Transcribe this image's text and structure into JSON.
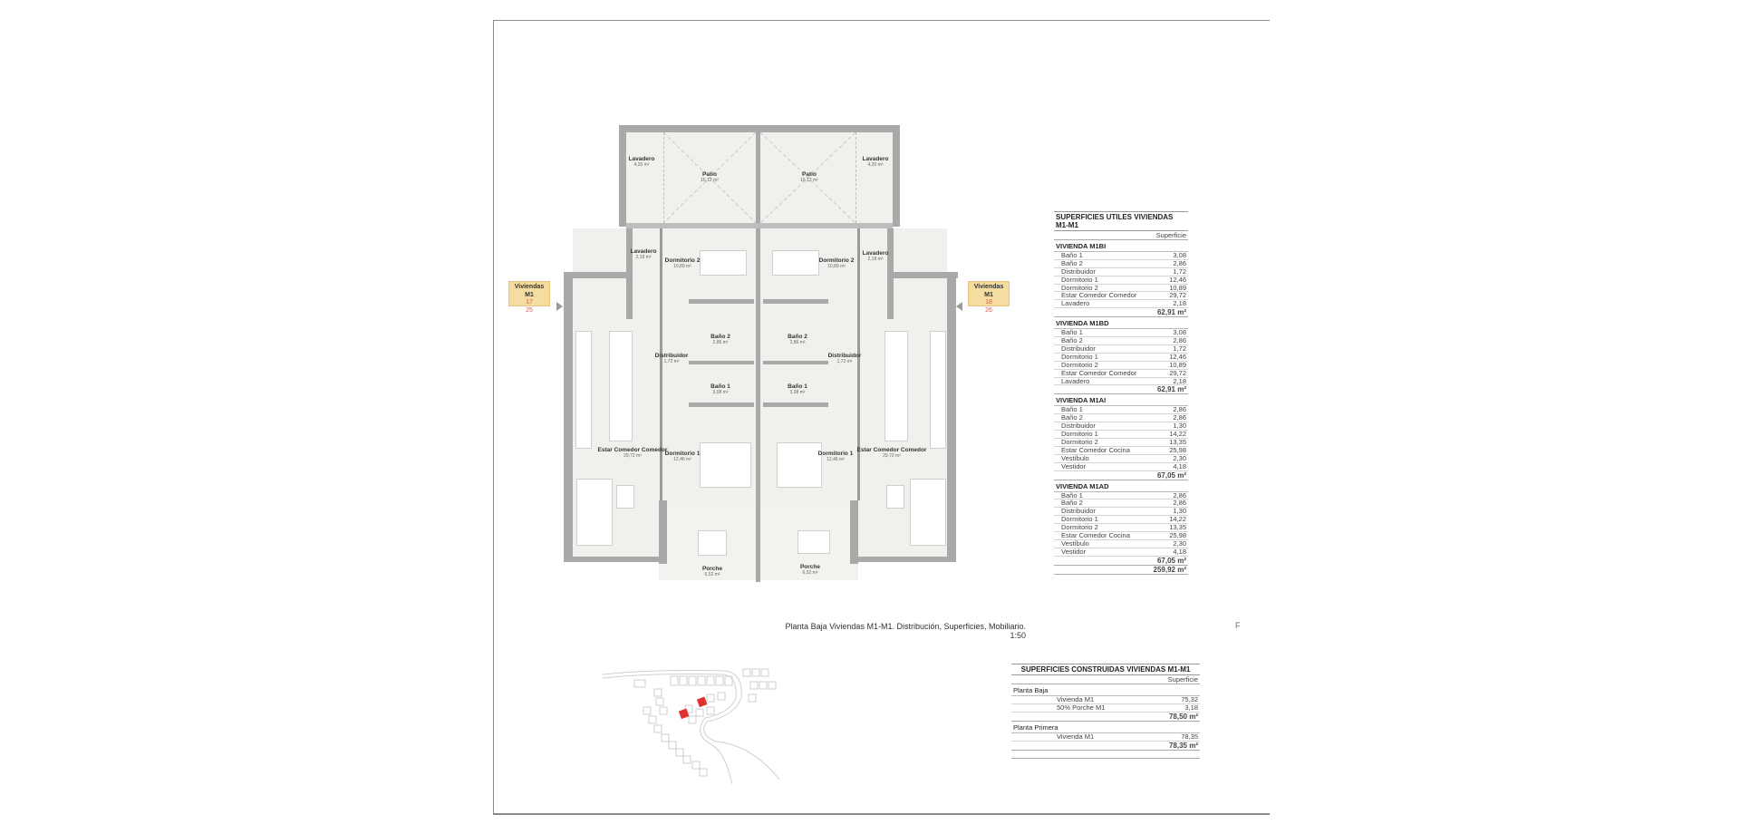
{
  "drawing": {
    "caption": "Planta Baja Viviendas M1-M1. Distribución, Superficies, Mobiliario.",
    "scale": "1:50",
    "edge_mark": "F"
  },
  "unit_tags": [
    {
      "title": "Viviendas M1",
      "num1": "17",
      "num2": "25",
      "color": "#f5dca0"
    },
    {
      "title": "Viviendas M1",
      "num1": "18",
      "num2": "26",
      "color": "#f5dca0"
    }
  ],
  "rooms": {
    "left_lavadero_top": {
      "name": "Lavadero",
      "area": "4,20 m²"
    },
    "left_patio": {
      "name": "Patio",
      "area": "16,12 m²"
    },
    "right_patio": {
      "name": "Patio",
      "area": "16,12 m²"
    },
    "right_lavadero_top": {
      "name": "Lavadero",
      "area": "4,20 m²"
    },
    "left_lavadero": {
      "name": "Lavadero",
      "area": "2,18 m²"
    },
    "left_dormitorio2": {
      "name": "Dormitorio 2",
      "area": "10,89 m²"
    },
    "right_dormitorio2": {
      "name": "Dormitorio 2",
      "area": "10,89 m²"
    },
    "right_lavadero": {
      "name": "Lavadero",
      "area": "2,18 m²"
    },
    "left_bano2": {
      "name": "Baño 2",
      "area": "2,86 m²"
    },
    "right_bano2": {
      "name": "Baño 2",
      "area": "2,86 m²"
    },
    "left_distribuidor": {
      "name": "Distribuidor",
      "area": "1,72 m²"
    },
    "right_distribuidor": {
      "name": "Distribuidor",
      "area": "1,72 m²"
    },
    "left_bano1": {
      "name": "Baño 1",
      "area": "3,08 m²"
    },
    "right_bano1": {
      "name": "Baño 1",
      "area": "3,08 m²"
    },
    "left_estar": {
      "name": "Estar Comedor Comedor",
      "area": "29,72 m²"
    },
    "right_estar": {
      "name": "Estar Comedor Comedor",
      "area": "29,72 m²"
    },
    "left_dormitorio1": {
      "name": "Dormitorio 1",
      "area": "12,46 m²"
    },
    "right_dormitorio1": {
      "name": "Dormitorio 1",
      "area": "12,46 m²"
    },
    "left_porche": {
      "name": "Porche",
      "area": "6,52 m²"
    },
    "right_porche": {
      "name": "Porche",
      "area": "6,52 m²"
    }
  },
  "superficies_utiles": {
    "title": "SUPERFICIES UTILES VIVIENDAS M1-M1",
    "column": "Superficie",
    "sections": [
      {
        "name": "VIVIENDA M1BI",
        "rows": [
          {
            "label": "Baño 1",
            "value": "3,08"
          },
          {
            "label": "Baño 2",
            "value": "2,86"
          },
          {
            "label": "Distribuidor",
            "value": "1,72"
          },
          {
            "label": "Dormitorio 1",
            "value": "12,46"
          },
          {
            "label": "Dormitorio 2",
            "value": "10,89"
          },
          {
            "label": "Estar Comedor Comedor",
            "value": "29,72"
          },
          {
            "label": "Lavadero",
            "value": "2,18"
          }
        ],
        "total": "62,91 m²"
      },
      {
        "name": "VIVIENDA M1BD",
        "rows": [
          {
            "label": "Baño 1",
            "value": "3,08"
          },
          {
            "label": "Baño 2",
            "value": "2,86"
          },
          {
            "label": "Distribuidor",
            "value": "1,72"
          },
          {
            "label": "Dormitorio 1",
            "value": "12,46"
          },
          {
            "label": "Dormitorio 2",
            "value": "10,89"
          },
          {
            "label": "Estar Comedor Comedor",
            "value": "29,72"
          },
          {
            "label": "Lavadero",
            "value": "2,18"
          }
        ],
        "total": "62,91 m²"
      },
      {
        "name": "VIVIENDA M1AI",
        "rows": [
          {
            "label": "Baño 1",
            "value": "2,86"
          },
          {
            "label": "Baño 2",
            "value": "2,86"
          },
          {
            "label": "Distribuidor",
            "value": "1,30"
          },
          {
            "label": "Dormitorio 1",
            "value": "14,22"
          },
          {
            "label": "Dormitorio 2",
            "value": "13,35"
          },
          {
            "label": "Estar Comedor Cocina",
            "value": "25,98"
          },
          {
            "label": "Vestíbulo",
            "value": "2,30"
          },
          {
            "label": "Vestidor",
            "value": "4,18"
          }
        ],
        "total": "67,05 m²"
      },
      {
        "name": "VIVIENDA M1AD",
        "rows": [
          {
            "label": "Baño 1",
            "value": "2,86"
          },
          {
            "label": "Baño 2",
            "value": "2,86"
          },
          {
            "label": "Distribuidor",
            "value": "1,30"
          },
          {
            "label": "Dormitorio 1",
            "value": "14,22"
          },
          {
            "label": "Dormitorio 2",
            "value": "13,35"
          },
          {
            "label": "Estar Comedor Cocina",
            "value": "25,98"
          },
          {
            "label": "Vestíbulo",
            "value": "2,30"
          },
          {
            "label": "Vestidor",
            "value": "4,18"
          }
        ],
        "total": "67,05 m²"
      }
    ],
    "grand_total": "259,92 m²"
  },
  "superficies_construidas": {
    "title": "SUPERFICIES CONSTRUIDAS VIVIENDAS M1-M1",
    "column": "Superficie",
    "sections": [
      {
        "name": "Planta Baja",
        "rows": [
          {
            "label": "Vivienda M1",
            "value": "75,32"
          },
          {
            "label": "50% Porche M1",
            "value": "3,18"
          }
        ],
        "total": "78,50 m²"
      },
      {
        "name": "Planta Primera",
        "rows": [
          {
            "label": "Vivienda M1",
            "value": "78,35"
          }
        ],
        "total": "78,35 m²"
      }
    ]
  },
  "site_map": {
    "highlight_color": "#e03030"
  }
}
